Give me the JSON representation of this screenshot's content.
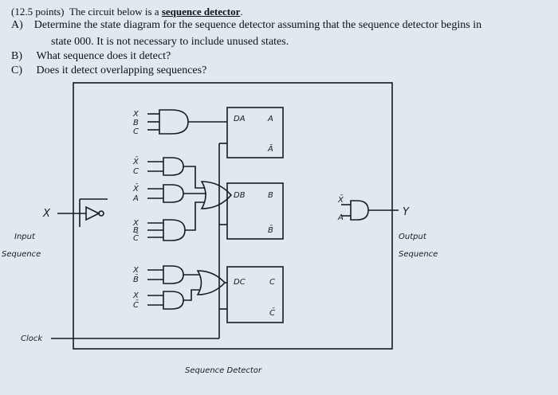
{
  "problem": {
    "points": "(12.5 points)",
    "intro": "The circuit below is a",
    "term": "sequence detector",
    "period": ".",
    "a_label": "A)",
    "a_text_1": "Determine the state diagram for the sequence detector assuming that the sequence detector begins in",
    "a_text_2": "state 000.  It is not necessary to include unused states.",
    "b_label": "B)",
    "b_text": "What sequence does it detect?",
    "c_label": "C)",
    "c_text": "Does it detect overlapping sequences?"
  },
  "circuit": {
    "ff_a": {
      "d": "DA",
      "q": "A",
      "qbar": "Ā"
    },
    "ff_b": {
      "d": "DB",
      "q": "B",
      "qbar": "B̄"
    },
    "ff_c": {
      "d": "DC",
      "q": "C",
      "qbar": "C̄"
    },
    "input_x": "X",
    "output_y": "Y",
    "out_in1": "X̄",
    "out_in2": "A",
    "g1_x": "X",
    "g1_b": "B",
    "g1_c": "C",
    "g2_xbar": "X̄",
    "g2_c": "C",
    "g3_xbar": "X̄",
    "g3_a": "A",
    "g4_x": "X",
    "g4_b": "B",
    "g4_c": "C̄",
    "g5_x": "X",
    "g5_b": "B̄",
    "g6_x": "X",
    "g6_c": "C̄",
    "input_label_1": "Input",
    "input_label_2": "Sequence",
    "output_label_1": "Output",
    "output_label_2": "Sequence",
    "clock_label": "Clock",
    "box_label": "Sequence Detector"
  }
}
